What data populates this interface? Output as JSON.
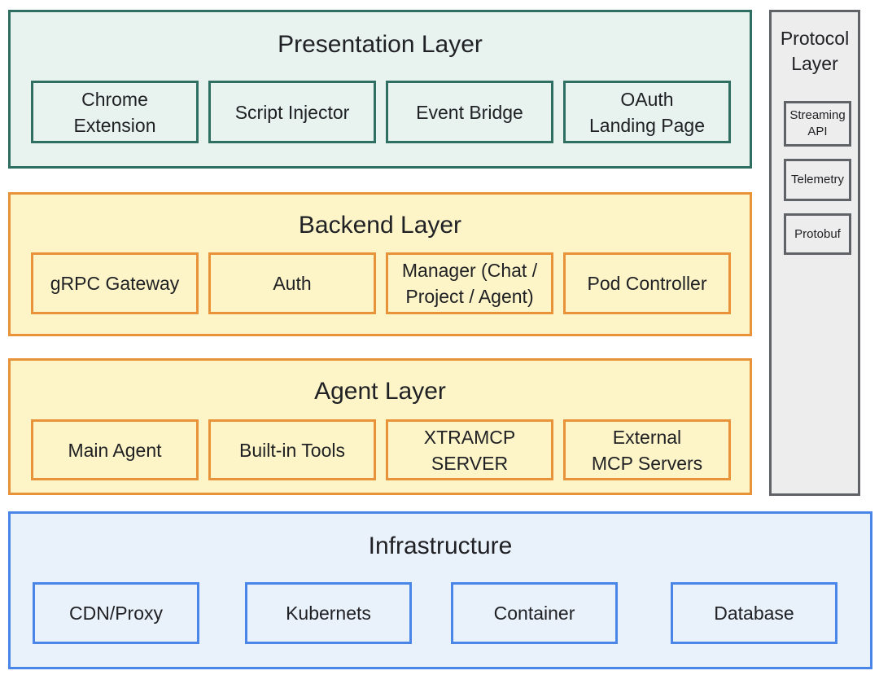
{
  "presentation": {
    "title": "Presentation Layer",
    "items": [
      "Chrome\nExtension",
      "Script Injector",
      "Event Bridge",
      "OAuth\nLanding Page"
    ]
  },
  "backend": {
    "title": "Backend Layer",
    "items": [
      "gRPC Gateway",
      "Auth",
      "Manager (Chat /\nProject / Agent)",
      "Pod Controller"
    ]
  },
  "agent": {
    "title": "Agent Layer",
    "items": [
      "Main Agent",
      "Built-in Tools",
      "XTRAMCP\nSERVER",
      "External\nMCP Servers"
    ]
  },
  "infrastructure": {
    "title": "Infrastructure",
    "items": [
      "CDN/Proxy",
      "Kubernets",
      "Container",
      "Database"
    ]
  },
  "protocol": {
    "title": "Protocol\nLayer",
    "items": [
      "Streaming\nAPI",
      "Telemetry",
      "Protobuf"
    ]
  },
  "colors": {
    "teal": "#2f6f62",
    "orange": "#e8923a",
    "blue": "#4a86e8",
    "gray": "#5f6368"
  }
}
